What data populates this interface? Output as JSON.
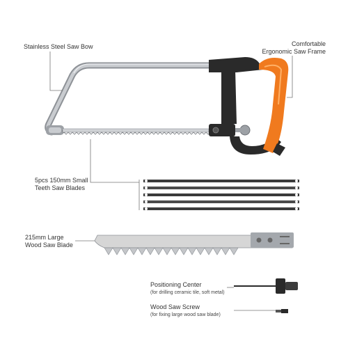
{
  "labels": {
    "saw_bow": "Stainless Steel Saw Bow",
    "frame_line1": "Comfortable",
    "frame_line2": "Ergonomic Saw Frame",
    "small_blades_line1": "5pcs 150mm Small",
    "small_blades_line2": "Teeth Saw Blades",
    "large_blade_line1": "215mm Large",
    "large_blade_line2": "Wood Saw Blade",
    "positioning_title": "Positioning Center",
    "positioning_note": "(for drilling ceramic tile, soft metal)",
    "wood_screw_title": "Wood Saw Screw",
    "wood_screw_note": "(for fixing large wood saw blade)"
  },
  "colors": {
    "steel": "#b9bcc0",
    "frame_black": "#2a2a2a",
    "grip_orange": "#f07a1e",
    "blade_gray": "#d6d6d6",
    "leader_line": "#777777"
  },
  "small_blade_count": 5
}
